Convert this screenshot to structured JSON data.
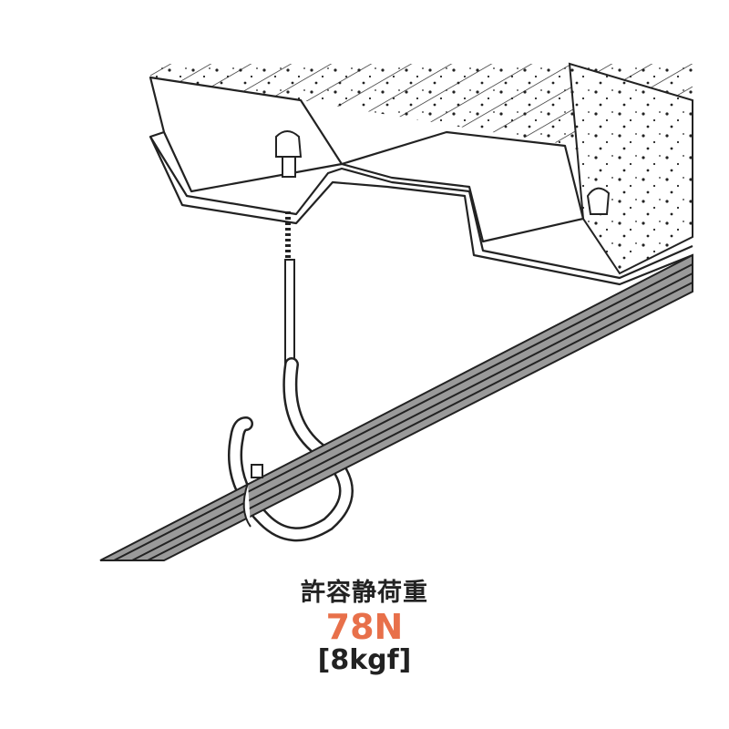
{
  "title": "許容静荷重",
  "load_newton": "78N",
  "load_kgf": "[8kgf]",
  "colors": {
    "accent": "#e8704a",
    "text": "#222222",
    "cable": "#9a9a9a"
  }
}
